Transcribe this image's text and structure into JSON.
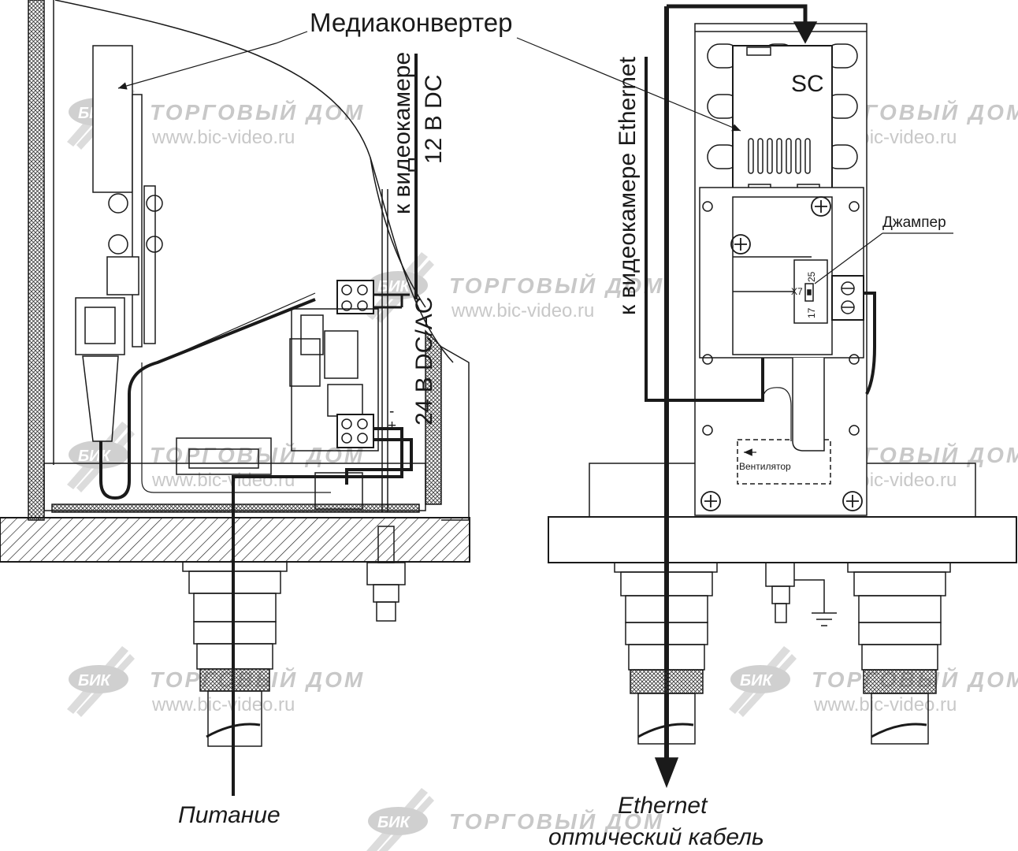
{
  "labels": {
    "media_converter": "Медиаконвертер",
    "to_camera_12v": "к видеокамере",
    "dc_12v": "12 В DC",
    "to_camera_ethernet": "к видеокамере Ethernet",
    "power_24v": "24 В DC/AC",
    "sc": "SC",
    "jumper": "Джампер",
    "x7": "X7",
    "pin_25": "25",
    "pin_17": "17",
    "fan": "Вентилятор",
    "power": "Питание",
    "ethernet": "Ethernet",
    "optical_cable": "оптический кабель",
    "plus": "+",
    "minus": "-"
  },
  "watermark": {
    "brand": "ТОРГОВЫЙ ДОМ",
    "logo": "БИК",
    "url": "www.bic-video.ru"
  },
  "colors": {
    "line": "#1a1a1a",
    "watermark": "#c8c8c8"
  }
}
